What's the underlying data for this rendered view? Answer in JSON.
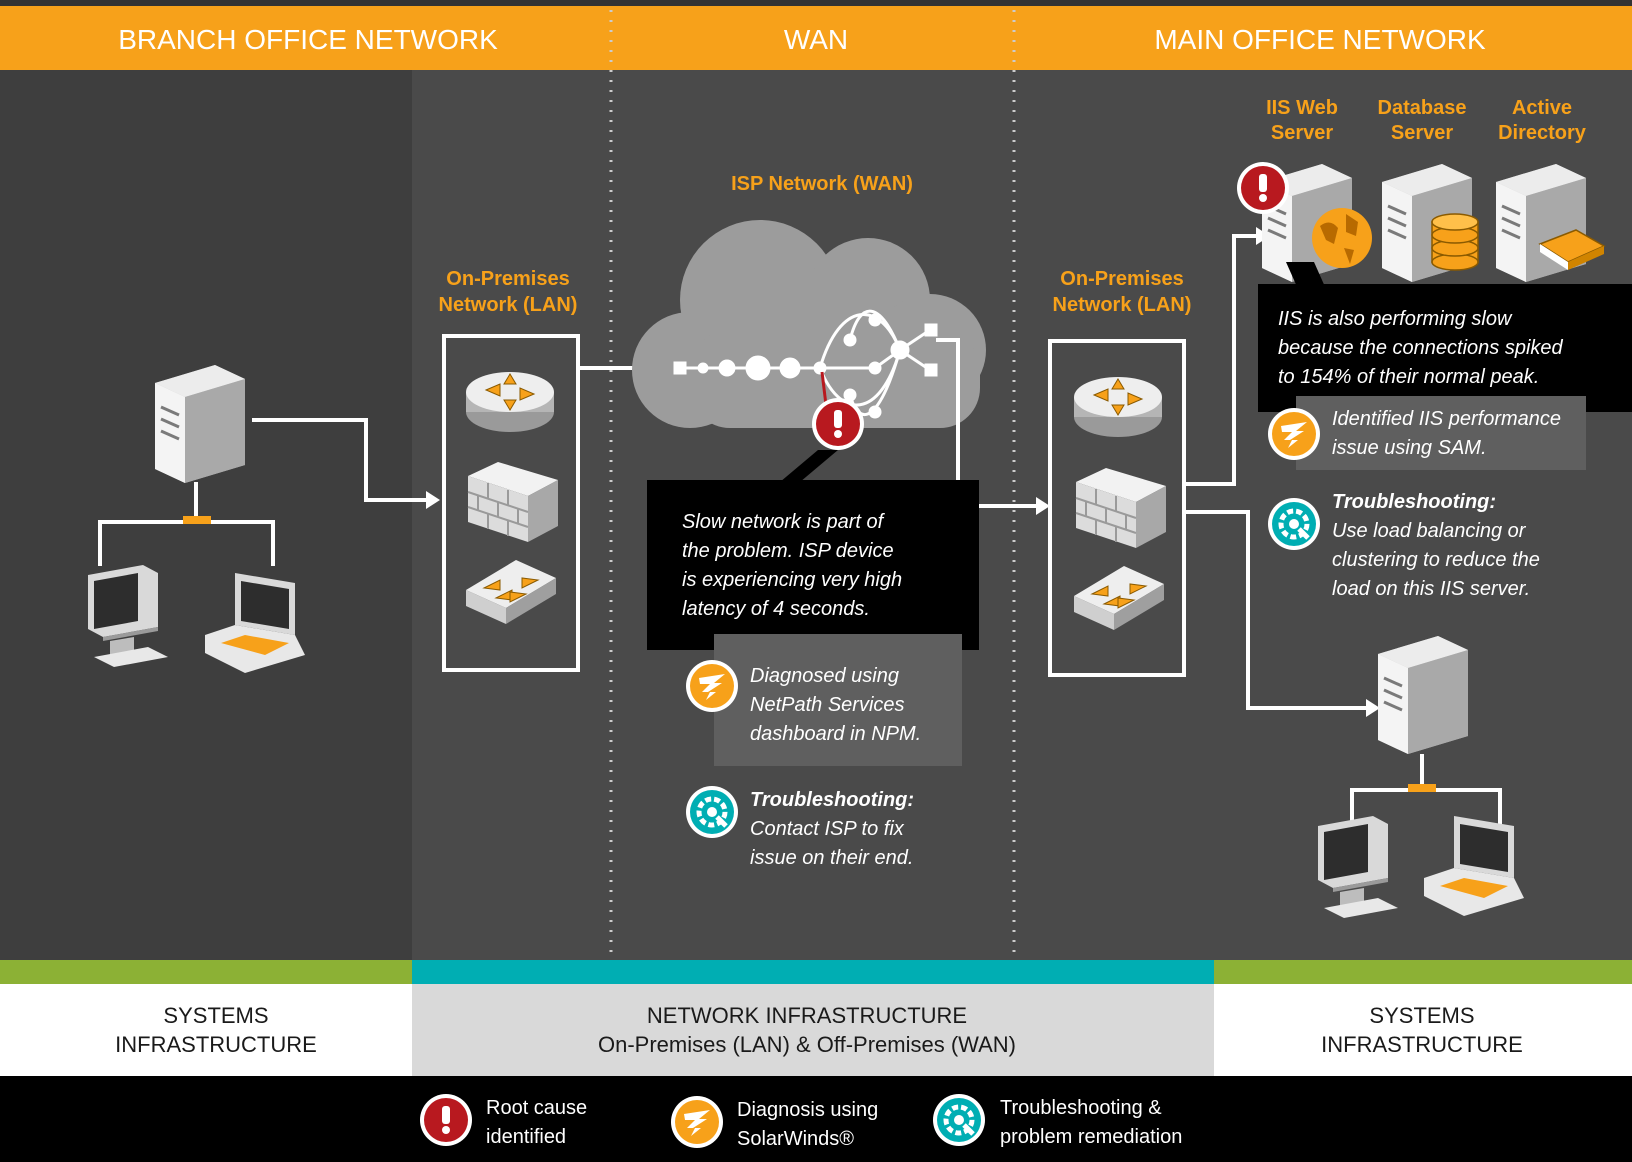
{
  "header": {
    "branch": "BRANCH OFFICE NETWORK",
    "wan": "WAN",
    "main": "MAIN OFFICE NETWORK"
  },
  "lan_left": {
    "line1": "On-Premises",
    "line2": "Network (LAN)"
  },
  "lan_right": {
    "line1": "On-Premises",
    "line2": "Network (LAN)"
  },
  "isp": {
    "title": "ISP Network (WAN)"
  },
  "servers": {
    "iis": {
      "line1": "IIS Web",
      "line2": "Server"
    },
    "db": {
      "line1": "Database",
      "line2": "Server"
    },
    "ad": {
      "line1": "Active",
      "line2": "Directory"
    }
  },
  "wan_callout": {
    "lines": [
      "Slow network is part of",
      "the problem. ISP device",
      "is experiencing very high",
      "latency of 4 seconds."
    ],
    "diagnosis": [
      "Diagnosed using",
      "NetPath Services",
      "dashboard in NPM."
    ],
    "troubleshoot_title": "Troubleshooting:",
    "troubleshoot": [
      "Contact ISP to fix",
      "issue on their end."
    ]
  },
  "iis_callout": {
    "lines": [
      "IIS is also performing slow",
      "because the connections spiked",
      "to 154% of their normal peak."
    ],
    "diagnosis": [
      "Identified IIS performance",
      "issue using SAM."
    ],
    "troubleshoot_title": "Troubleshooting:",
    "troubleshoot": [
      "Use load balancing or",
      "clustering to reduce the",
      "load on this IIS server."
    ]
  },
  "bands": {
    "left": {
      "line1": "SYSTEMS",
      "line2": "INFRASTRUCTURE"
    },
    "middle": {
      "line1": "NETWORK INFRASTRUCTURE",
      "line2": "On-Premises (LAN) & Off-Premises (WAN)"
    },
    "right": {
      "line1": "SYSTEMS",
      "line2": "INFRASTRUCTURE"
    }
  },
  "legend": {
    "root": {
      "line1": "Root cause",
      "line2": "identified"
    },
    "diag": {
      "line1": "Diagnosis using",
      "line2": "SolarWinds®"
    },
    "trouble": {
      "line1": "Troubleshooting &",
      "line2": "problem remediation"
    }
  },
  "colors": {
    "orange": "#f7a11a",
    "red": "#b8191f",
    "teal": "#00aeb3",
    "green": "#8cb135",
    "dark": "#3e3e3e",
    "mid": "#4a4a4a"
  }
}
